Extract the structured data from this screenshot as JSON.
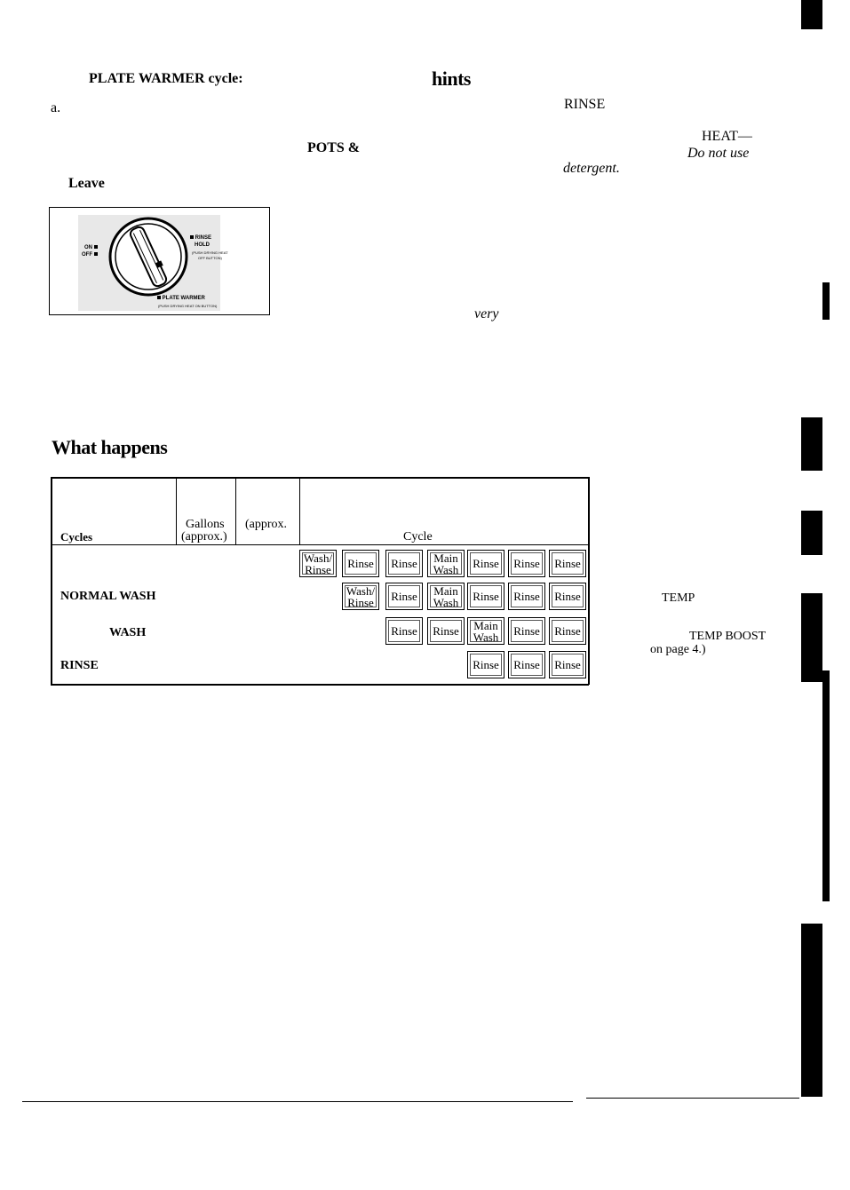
{
  "intro": {
    "plate_warmer_heading": "PLATE WARMER cycle:",
    "item_a": "a.",
    "leave": "Leave"
  },
  "hints": {
    "title": "hints",
    "rinse": "RINSE",
    "heat": "HEAT—",
    "pots": "POTS &",
    "do_not_use": "Do not use",
    "detergent": "detergent.",
    "very": "very"
  },
  "dial": {
    "on": "ON",
    "off": "OFF",
    "rinse": "RINSE",
    "hold": "HOLD",
    "hold_note_1": "(PUSH DRYING HEAT",
    "hold_note_2": "OFF BUTTON)",
    "plate_warmer": "PLATE WARMER",
    "plate_note": "(PUSH DRYING HEAT ON BUTTON)"
  },
  "what_happens": {
    "title": "What happens",
    "table": {
      "headers": {
        "cycles": "Cycles",
        "gallons": "Gallons",
        "gallons_approx": "(approx.)",
        "minutes_approx": "(approx.",
        "cycle": "Cycle"
      },
      "rows": [
        {
          "label": "",
          "steps": [
            [
              "Wash/",
              "Rinse"
            ],
            [
              "Rinse"
            ],
            [
              "Rinse"
            ],
            [
              "Main",
              "Wash"
            ],
            [
              "Rinse"
            ],
            [
              "Rinse"
            ],
            [
              "Rinse"
            ]
          ]
        },
        {
          "label": "NORMAL WASH",
          "steps": [
            [
              "Wash/",
              "Rinse"
            ],
            [
              "Rinse"
            ],
            [
              "Main",
              "Wash"
            ],
            [
              "Rinse"
            ],
            [
              "Rinse"
            ],
            [
              "Rinse"
            ]
          ]
        },
        {
          "label": "WASH",
          "steps": [
            [
              "Rinse"
            ],
            [
              "Rinse"
            ],
            [
              "Main",
              "Wash"
            ],
            [
              "Rinse"
            ],
            [
              "Rinse"
            ]
          ]
        },
        {
          "label": "RINSE",
          "steps": [
            [
              "Rinse"
            ],
            [
              "Rinse"
            ],
            [
              "Rinse"
            ]
          ]
        }
      ]
    }
  },
  "side_notes": {
    "temp": "TEMP",
    "temp_boost": "TEMP BOOST",
    "on_page": "on page 4.)"
  }
}
